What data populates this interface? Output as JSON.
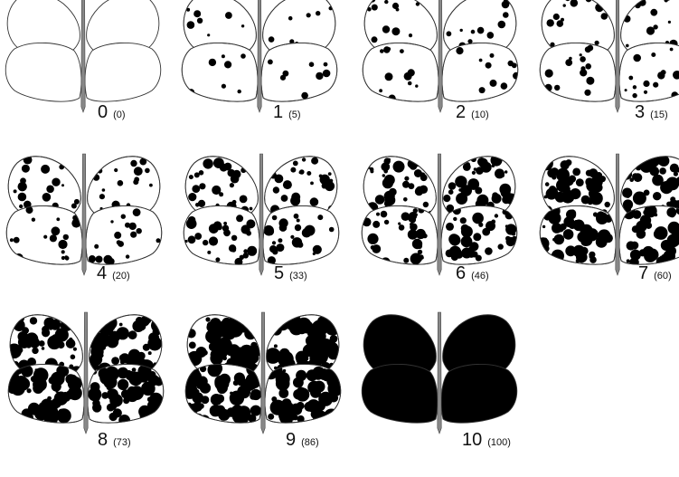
{
  "scale": {
    "stages": [
      {
        "score": "0",
        "percent": "(0)",
        "severity": 0
      },
      {
        "score": "1",
        "percent": "(5)",
        "severity": 0.05
      },
      {
        "score": "2",
        "percent": "(10)",
        "severity": 0.1
      },
      {
        "score": "3",
        "percent": "(15)",
        "severity": 0.15
      },
      {
        "score": "4",
        "percent": "(20)",
        "severity": 0.2
      },
      {
        "score": "5",
        "percent": "(33)",
        "severity": 0.33
      },
      {
        "score": "6",
        "percent": "(46)",
        "severity": 0.46
      },
      {
        "score": "7",
        "percent": "(60)",
        "severity": 0.6
      },
      {
        "score": "8",
        "percent": "(73)",
        "severity": 0.73
      },
      {
        "score": "9",
        "percent": "(86)",
        "severity": 0.86
      },
      {
        "score": "10",
        "percent": "(100)",
        "severity": 1.0
      }
    ]
  },
  "colors": {
    "lesion": "#000000",
    "outline": "#333333",
    "leaf": "#ffffff"
  }
}
